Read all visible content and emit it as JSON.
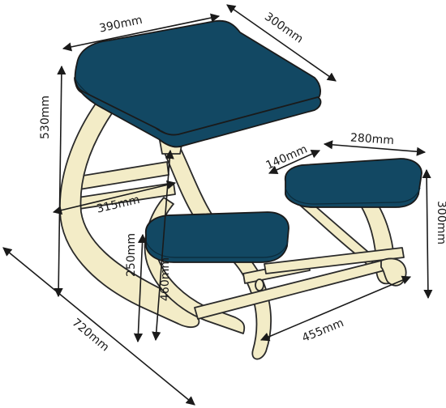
{
  "colors": {
    "cushion": "#124863",
    "frame": "#f3ecc7",
    "outline": "#2a2a2a"
  },
  "dimensions": {
    "top_width": "390mm",
    "top_depth": "300mm",
    "total_height": "530mm",
    "knee_width": "280mm",
    "knee_depth": "140mm",
    "inner_span": "315mm",
    "knee_height": "300mm",
    "front_pad_height": "250mm",
    "seat_height": "460mm",
    "base_length": "720mm",
    "rocker_span": "455mm"
  }
}
